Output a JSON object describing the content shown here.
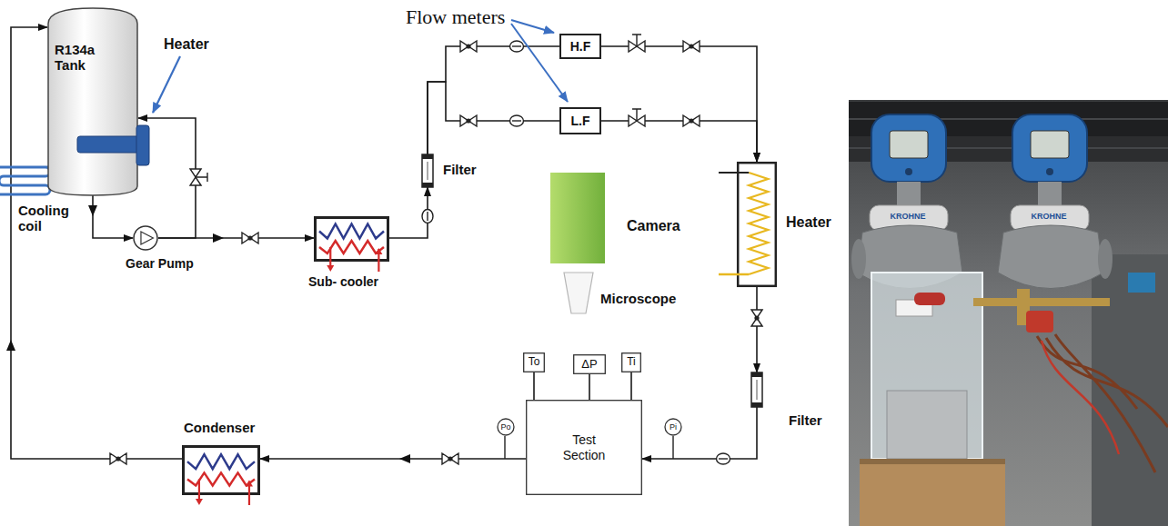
{
  "diagram": {
    "nodes": [
      {
        "text": [
          "R134a Tank"
        ]
      },
      {
        "text": [
          "Gear Pump"
        ]
      },
      {
        "text": [
          "Sub- cooler"
        ]
      },
      {
        "text": [
          "Filter"
        ]
      },
      {
        "text": [
          "H.F"
        ]
      },
      {
        "text": [
          "L.F"
        ]
      },
      {
        "text": [
          "Heater"
        ]
      },
      {
        "text": [
          "Camera"
        ]
      },
      {
        "text": [
          "Microscope"
        ]
      },
      {
        "text": [
          "Filter"
        ]
      },
      {
        "text": [
          "Test Section"
        ]
      },
      {
        "text": [
          "To"
        ]
      },
      {
        "text": [
          "ΔP"
        ]
      },
      {
        "text": [
          "Ti"
        ]
      },
      {
        "text": [
          "Pi"
        ]
      },
      {
        "text": [
          "Po"
        ]
      },
      {
        "text": [
          "Condenser"
        ]
      }
    ],
    "edges": [
      {
        "from": 0,
        "to": 1,
        "arrow": "to"
      },
      {
        "from": 1,
        "to": 2,
        "arrow": "to"
      },
      {
        "from": 2,
        "to": 3,
        "arrow": "to"
      },
      {
        "from": 3,
        "to": 4,
        "arrow": "none"
      },
      {
        "from": 3,
        "to": 5,
        "arrow": "none"
      },
      {
        "from": 4,
        "to": 6,
        "arrow": "to"
      },
      {
        "from": 5,
        "to": 6,
        "arrow": "to"
      },
      {
        "from": 6,
        "to": 9,
        "arrow": "to"
      },
      {
        "from": 9,
        "to": 10,
        "arrow": "to"
      },
      {
        "from": 10,
        "to": 16,
        "arrow": "to"
      },
      {
        "from": 16,
        "to": 0,
        "arrow": "to"
      },
      {
        "from": 1,
        "to": 0,
        "arrow": "to"
      },
      {
        "from": 11,
        "to": 10,
        "arrow": "none"
      },
      {
        "from": 12,
        "to": 10,
        "arrow": "none"
      },
      {
        "from": 13,
        "to": 10,
        "arrow": "none"
      }
    ],
    "labels": [
      "Heater",
      "Cooling coil",
      "Flow meters",
      "KROHNE",
      "KROHNE"
    ]
  }
}
